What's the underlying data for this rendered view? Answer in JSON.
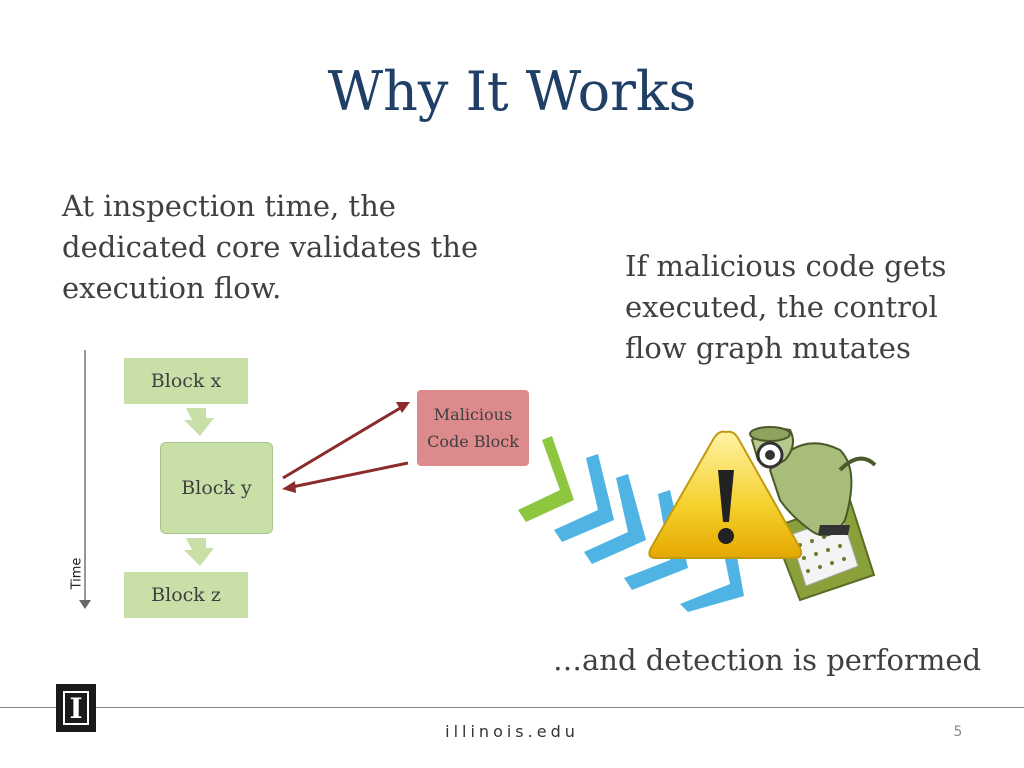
{
  "slide": {
    "title": "Why It Works",
    "left_text": "At inspection time, the dedicated core validates the execution flow.",
    "right_text": "If malicious code gets executed, the control flow graph mutates",
    "bottom_text": "…and detection is performed",
    "page_number": "5"
  },
  "diagram": {
    "block_x": "Block x",
    "block_y": "Block y",
    "block_z": "Block z",
    "malicious_line1": "Malicious",
    "malicious_line2": "Code Block",
    "time_label": "Time"
  },
  "footer": {
    "url": "illinois.edu",
    "logo_letter": "I"
  },
  "colors": {
    "title": "#1f3f66",
    "block_green": "#c8dfa8",
    "malicious_red": "#dc8a8c",
    "arrow_red": "#8b2b2b",
    "chevron_blue": "#4fb3e3",
    "chevron_green": "#8dc63f",
    "warning_yellow": "#f2c200"
  },
  "icons": {
    "warning": "warning-triangle-icon",
    "detective": "detective-magnifier-icon",
    "chip": "circuit-chip-icon",
    "chevrons": "chevron-arrows-icon",
    "logo": "illinois-logo-icon"
  }
}
